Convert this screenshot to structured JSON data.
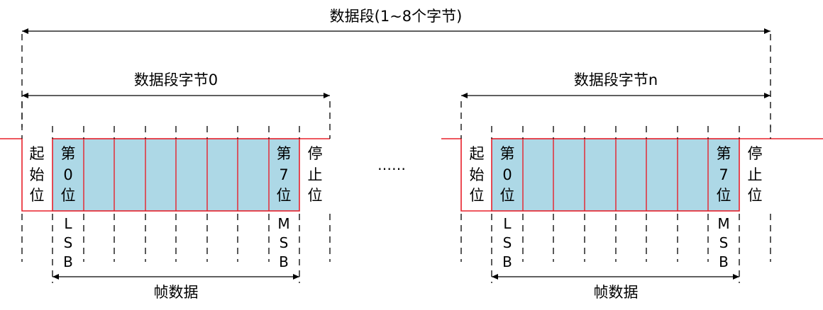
{
  "segment_label": "数据段(1~8个字节)",
  "byte0_label": "数据段字节0",
  "byten_label": "数据段字节n",
  "ellipsis": "……",
  "frame_label": "帧数据",
  "start_bit": [
    "起",
    "始",
    "位"
  ],
  "stop_bit": [
    "停",
    "止",
    "位"
  ],
  "bit0": [
    "第",
    "0",
    "位"
  ],
  "bit7": [
    "第",
    "7",
    "位"
  ],
  "lsb": [
    "L",
    "S",
    "B"
  ],
  "msb": [
    "M",
    "S",
    "B"
  ],
  "colors": {
    "line": "#e8202a",
    "fill": "#add8e6",
    "text": "#000000"
  }
}
